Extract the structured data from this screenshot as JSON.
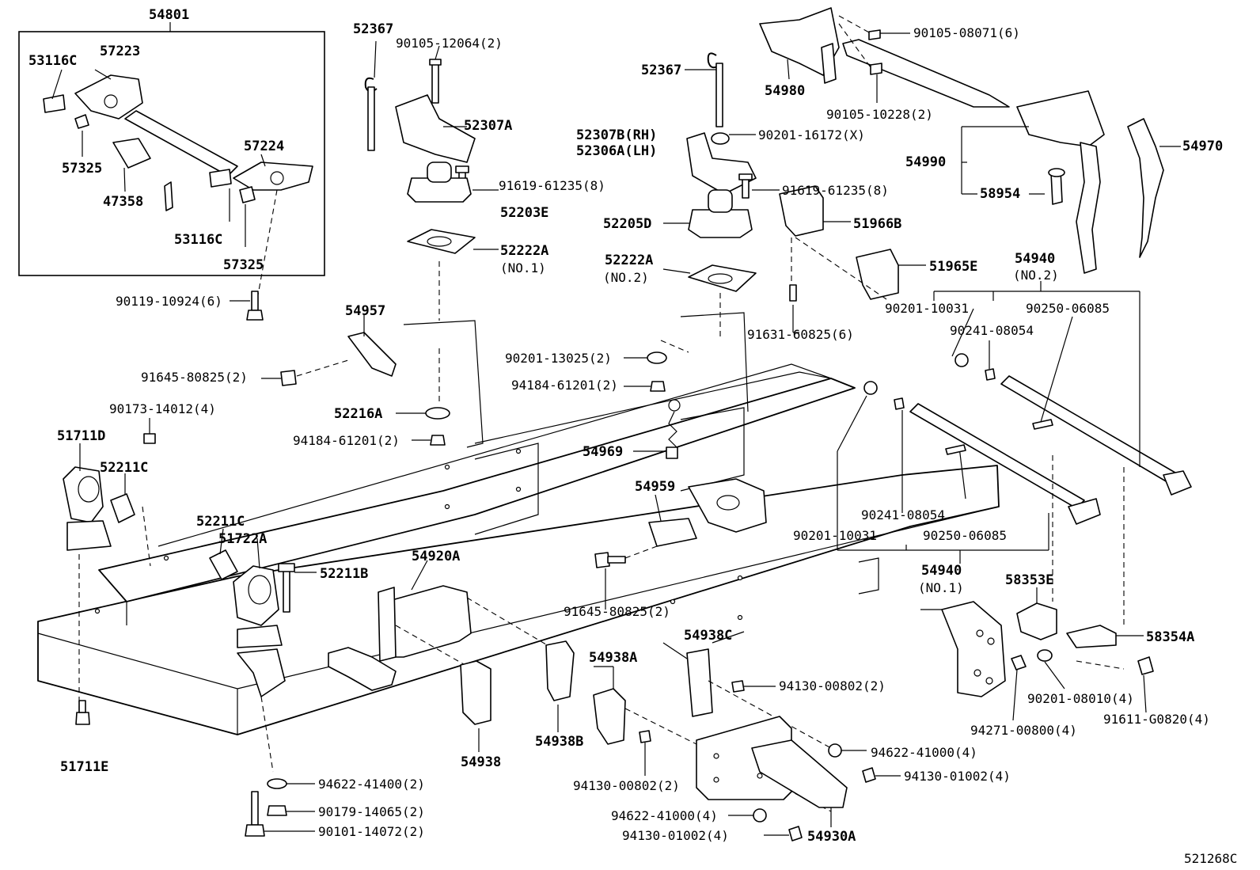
{
  "labels": {
    "l54801": "54801",
    "l53116C_a": "53116C",
    "l57223": "57223",
    "l57325_a": "57325",
    "l47358": "47358",
    "l57224": "57224",
    "l53116C_b": "53116C",
    "l57325_b": "57325",
    "l90119": "90119-10924(6)",
    "l52367_a": "52367",
    "l90105_12064": "90105-12064(2)",
    "l52307A": "52307A",
    "l91619_a": "91619-61235(8)",
    "l52203E": "52203E",
    "l52222A_a": "52222A",
    "l52222A_a_sub": "(NO.1)",
    "l54957": "54957",
    "l91645_a": "91645-80825(2)",
    "l90173": "90173-14012(4)",
    "l52216A": "52216A",
    "l94184_a": "94184-61201(2)",
    "l51711D": "51711D",
    "l52211C_a": "52211C",
    "l52211C_b": "52211C",
    "l51722A": "51722A",
    "l52211B": "52211B",
    "l54920A": "54920A",
    "l51711E": "51711E",
    "l94622_41400": "94622-41400(2)",
    "l90179": "90179-14065(2)",
    "l90101": "90101-14072(2)",
    "l52367_b": "52367",
    "l52307B": "52307B(RH)",
    "l52306A": "52306A(LH)",
    "l90201_16172": "90201-16172(X)",
    "l91619_b": "91619-61235(8)",
    "l52205D": "52205D",
    "l52222A_b": "52222A",
    "l52222A_b_sub": "(NO.2)",
    "l90201_13025": "90201-13025(2)",
    "l94184_b": "94184-61201(2)",
    "l54969": "54969",
    "l54959": "54959",
    "l91645_b": "91645-80825(2)",
    "l54938": "54938",
    "l54938B": "54938B",
    "l54938A": "54938A",
    "l54938C": "54938C",
    "l94130_00802_a": "94130-00802(2)",
    "l94130_00802_b": "94130-00802(2)",
    "l94622_41000_a": "94622-41000(4)",
    "l94130_01002_a": "94130-01002(4)",
    "l94622_41000_b": "94622-41000(4)",
    "l94130_01002_b": "94130-01002(4)",
    "l54930A": "54930A",
    "l54980": "54980",
    "l90105_08071": "90105-08071(6)",
    "l90105_10228": "90105-10228(2)",
    "l54990": "54990",
    "l54970": "54970",
    "l58954": "58954",
    "l51966B": "51966B",
    "l51965E": "51965E",
    "l91631": "91631-60825(6)",
    "l54940_top": "54940",
    "l54940_top_sub": "(NO.2)",
    "l90201_10031_a": "90201-10031",
    "l90250_06085_a": "90250-06085",
    "l90241_08054_a": "90241-08054",
    "l90241_08054_b": "90241-08054",
    "l90201_10031_b": "90201-10031",
    "l90250_06085_b": "90250-06085",
    "l54940_bot": "54940",
    "l54940_bot_sub": "(NO.1)",
    "l58353E": "58353E",
    "l58354A": "58354A",
    "l90201_08010": "90201-08010(4)",
    "l94271": "94271-00800(4)",
    "l91611": "91611-G0820(4)",
    "l521268C": "521268C"
  }
}
